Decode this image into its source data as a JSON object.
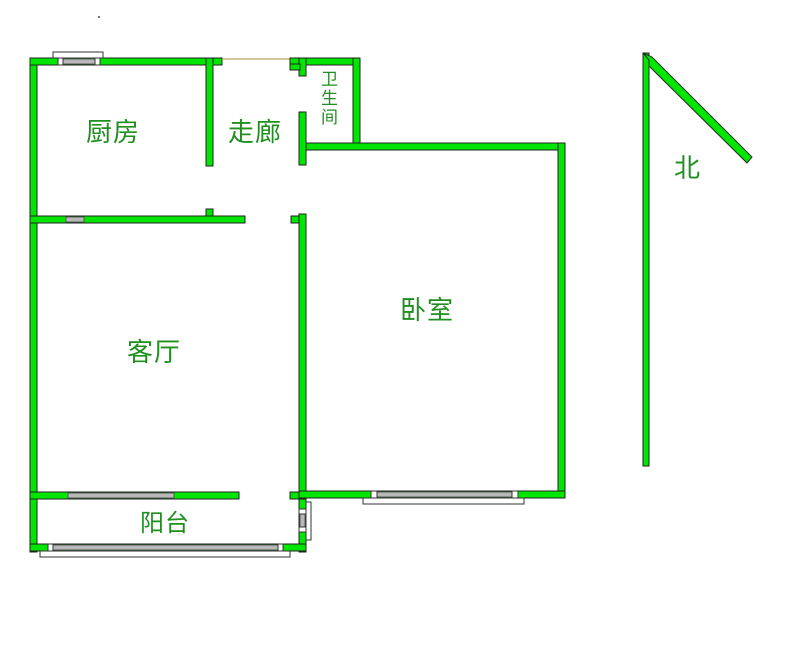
{
  "floorplan": {
    "rooms": {
      "kitchen": "厨房",
      "corridor": "走廊",
      "bathroom": "卫生间",
      "living_room": "客厅",
      "bedroom": "卧室",
      "balcony": "阳台"
    },
    "compass": {
      "label": "北"
    }
  },
  "colors": {
    "wall": "#00e600",
    "wall_outline": "#222222",
    "label": "#1f8f1f",
    "background": "#ffffff"
  }
}
